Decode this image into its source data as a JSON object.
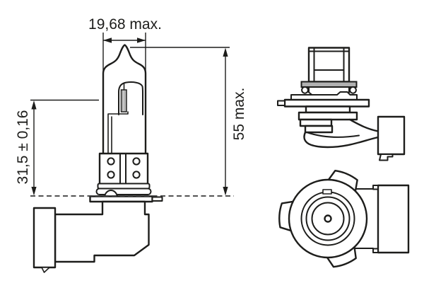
{
  "colors": {
    "line": "#1d1d1b",
    "background": "#ffffff",
    "plate": "#b1b1b1",
    "filament": "#d6d6d6",
    "dashed": "#3a3a3a"
  },
  "dimensions": {
    "diameter": {
      "label": "19,68 max."
    },
    "light_center_length": {
      "label": "31,5 ± 0,16"
    },
    "overall_length": {
      "label": "55 max."
    }
  }
}
